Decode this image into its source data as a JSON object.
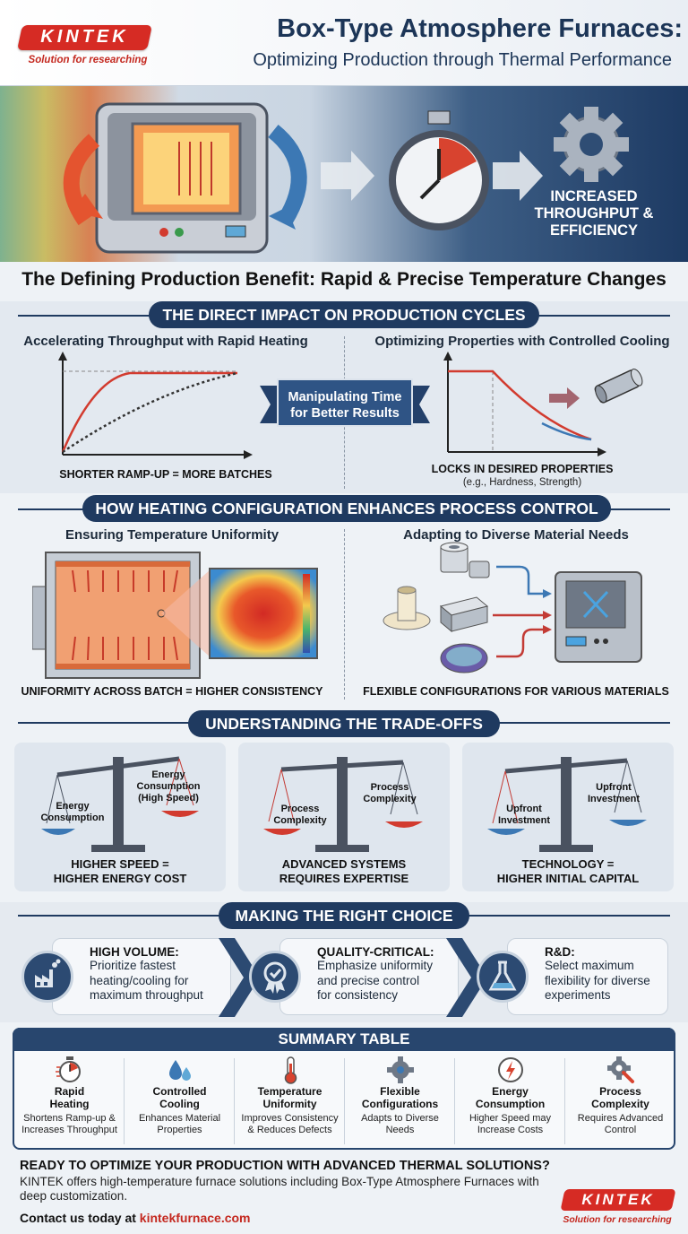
{
  "header": {
    "logo_text": "KINTEK",
    "logo_tagline": "Solution for researching",
    "title": "Box-Type Atmosphere Furnaces:",
    "subtitle": "Optimizing Production through Thermal Performance"
  },
  "hero": {
    "result_text_line1": "INCREASED",
    "result_text_line2": "THROUGHPUT &",
    "result_text_line3": "EFFICIENCY"
  },
  "benefit_title": "The Defining Production Benefit: Rapid & Precise Temperature Changes",
  "impact": {
    "banner": "THE DIRECT IMPACT ON PRODUCTION CYCLES",
    "left_title": "Accelerating Throughput with Rapid Heating",
    "left_caption": "SHORTER RAMP-UP = MORE BATCHES",
    "ribbon_line1": "Manipulating Time",
    "ribbon_line2": "for Better Results",
    "right_title": "Optimizing Properties with Controlled Cooling",
    "right_caption": "LOCKS IN DESIRED PROPERTIES",
    "right_caption_sub": "(e.g., Hardness, Strength)"
  },
  "heating": {
    "banner": "HOW HEATING CONFIGURATION ENHANCES PROCESS CONTROL",
    "left_title": "Ensuring Temperature Uniformity",
    "left_caption": "UNIFORMITY ACROSS BATCH = HIGHER CONSISTENCY",
    "right_title": "Adapting to Diverse Material Needs",
    "right_caption": "FLEXIBLE CONFIGURATIONS FOR VARIOUS MATERIALS"
  },
  "tradeoffs": {
    "banner": "UNDERSTANDING THE TRADE-OFFS",
    "cards": [
      {
        "left_label": "Energy\nConsumption",
        "right_label": "Energy\nConsumption\n(High Speed)",
        "caption1": "HIGHER SPEED =",
        "caption2": "HIGHER ENERGY COST"
      },
      {
        "left_label": "Process\nComplexity",
        "right_label": "Process\nComplexity",
        "caption1": "ADVANCED SYSTEMS",
        "caption2": "REQUIRES EXPERTISE"
      },
      {
        "left_label": "Upfront\nInvestment",
        "right_label": "Upfront\nInvestment",
        "caption1": "TECHNOLOGY =",
        "caption2": "HIGHER INITIAL CAPITAL"
      }
    ]
  },
  "choice": {
    "banner": "MAKING THE RIGHT CHOICE",
    "items": [
      {
        "heading": "HIGH VOLUME:",
        "text1": "Prioritize fastest",
        "text2": "heating/cooling for",
        "text3": "maximum throughput",
        "icon": "factory-icon"
      },
      {
        "heading": "QUALITY-CRITICAL:",
        "text1": "Emphasize uniformity",
        "text2": "and precise control",
        "text3": "for consistency",
        "icon": "award-ribbon-icon"
      },
      {
        "heading": "R&D:",
        "text1": "Select maximum",
        "text2": "flexibility for diverse",
        "text3": "experiments",
        "icon": "flask-icon"
      }
    ]
  },
  "summary": {
    "title": "SUMMARY TABLE",
    "columns": [
      {
        "t1": "Rapid",
        "t2": "Heating",
        "d1": "Shortens Ramp-up &",
        "d2": "Increases Throughput",
        "icon": "stopwatch-icon"
      },
      {
        "t1": "Controlled",
        "t2": "Cooling",
        "d1": "Enhances Material",
        "d2": "Properties",
        "icon": "droplets-icon"
      },
      {
        "t1": "Temperature",
        "t2": "Uniformity",
        "d1": "Improves Consistency",
        "d2": "& Reduces Defects",
        "icon": "thermometer-icon"
      },
      {
        "t1": "Flexible",
        "t2": "Configurations",
        "d1": "Adapts to Diverse",
        "d2": "Needs",
        "icon": "gear-icon"
      },
      {
        "t1": "Energy",
        "t2": "Consumption",
        "d1": "Higher Speed may",
        "d2": "Increase Costs",
        "icon": "energy-gauge-icon"
      },
      {
        "t1": "Process",
        "t2": "Complexity",
        "d1": "Requires Advanced",
        "d2": "Control",
        "icon": "gear-wrench-icon"
      }
    ]
  },
  "cta": {
    "heading": "READY TO OPTIMIZE YOUR PRODUCTION WITH ADVANCED THERMAL SOLUTIONS?",
    "text": "KINTEK offers high-temperature furnace solutions including Box-Type Atmosphere Furnaces with deep customization.",
    "contact_prefix": "Contact us today at",
    "link": "kintekfurnace.com",
    "logo_text": "KINTEK",
    "logo_tagline": "Solution for researching"
  },
  "colors": {
    "navy": "#1f3a60",
    "brand_red": "#d62b24",
    "heat_red": "#d8432f",
    "cool_blue": "#3c78b4"
  }
}
